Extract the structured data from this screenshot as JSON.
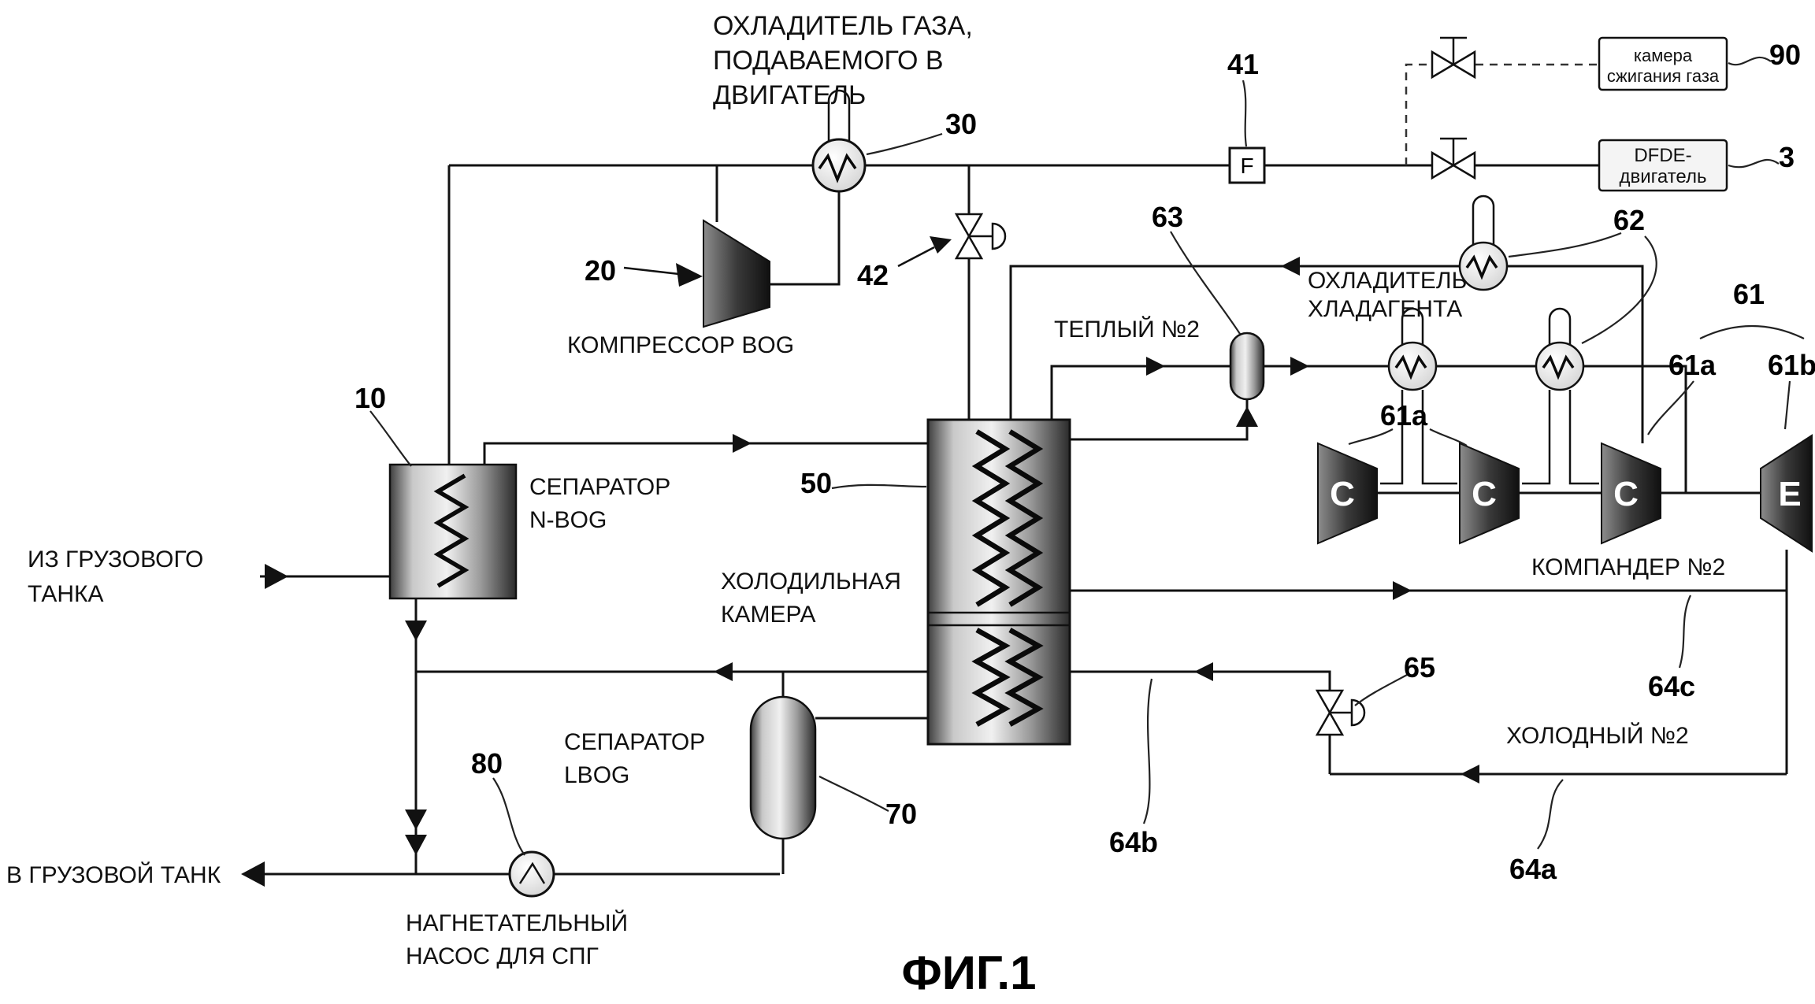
{
  "figure_caption": "ФИГ.1",
  "texts": {
    "gas_cooler_engine": [
      "ОХЛАДИТЕЛЬ ГАЗА,",
      "ПОДАВАЕМОГО В",
      "ДВИГАТЕЛЬ"
    ],
    "bog_compressor": "КОМПРЕССОР BOG",
    "separator_nbog": [
      "СЕПАРАТОР",
      "N-BOG"
    ],
    "from_cargo_tank": [
      "ИЗ ГРУЗОВОГО",
      "ТАНКА"
    ],
    "cold_box": [
      "ХОЛОДИЛЬНАЯ",
      "КАМЕРА"
    ],
    "separator_lbog": [
      "СЕПАРАТОР",
      "LBOG"
    ],
    "to_cargo_tank": "В ГРУЗОВОЙ ТАНК",
    "lng_pump": [
      "НАГНЕТАТЕЛЬНЫЙ",
      "НАСОС ДЛЯ СПГ"
    ],
    "warm_no2": "ТЕПЛЫЙ №2",
    "refrigerant_cooler": [
      "ОХЛАДИТЕЛЬ",
      "ХЛАДАГЕНТА"
    ],
    "compander_no2": "КОМПАНДЕР №2",
    "cold_no2": "ХОЛОДНЫЙ №2",
    "gcu_box": [
      "камера",
      "сжигания газа"
    ],
    "dfde_box": [
      "DFDE-",
      "двигатель"
    ],
    "flow_meter": "F",
    "wheel_c": "C",
    "wheel_e": "E"
  },
  "refs": {
    "n3": "3",
    "n10": "10",
    "n20": "20",
    "n30": "30",
    "n41": "41",
    "n42": "42",
    "n50": "50",
    "n61": "61",
    "n61a": "61a",
    "n61b": "61b",
    "n62": "62",
    "n63": "63",
    "n64a": "64a",
    "n64b": "64b",
    "n64c": "64c",
    "n65": "65",
    "n70": "70",
    "n80": "80",
    "n90": "90"
  },
  "colors": {
    "line": "#111111",
    "background": "#ffffff"
  }
}
